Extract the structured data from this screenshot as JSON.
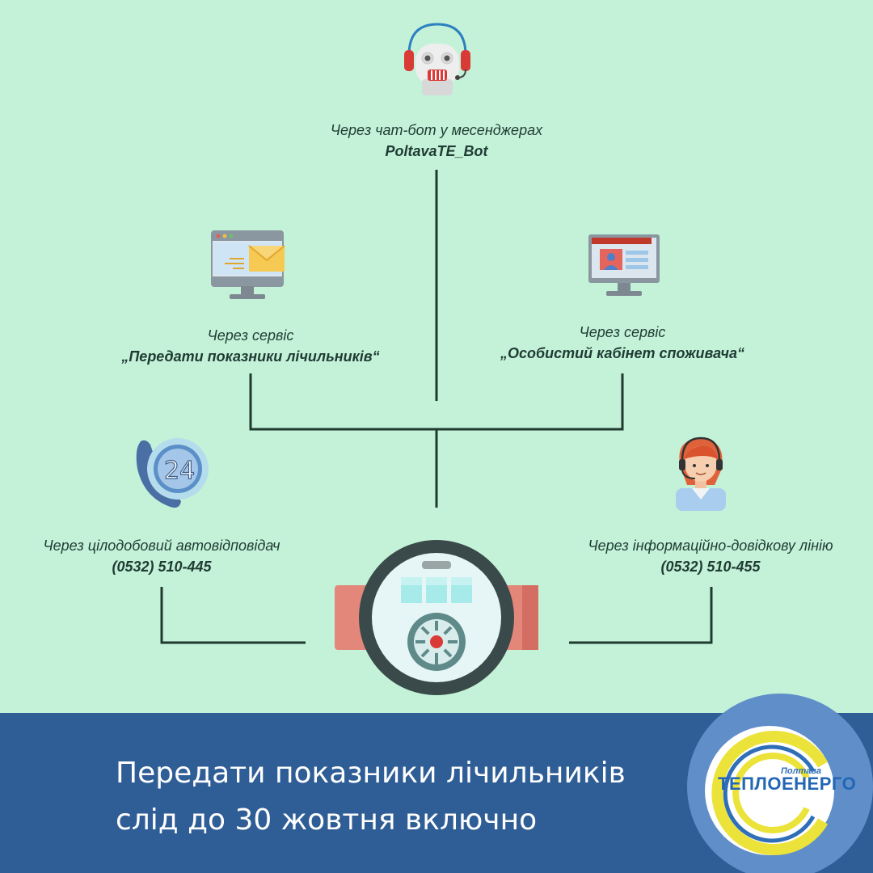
{
  "colors": {
    "background": "#c4f2d8",
    "banner": "#2f5d96",
    "line": "#1f3a2e",
    "accent": "#d93a36"
  },
  "nodes": {
    "chatbot": {
      "line1": "Через чат-бот у месенджерах",
      "line2": "PoltavaTE_Bot",
      "icon": "robot-headset-icon"
    },
    "meter_service": {
      "line1": "Через сервіс",
      "line2": "„Передати показники лічильників“",
      "icon": "monitor-envelope-icon"
    },
    "cabinet_service": {
      "line1": "Через сервіс",
      "line2": "„Особистий кабінет споживача“",
      "icon": "monitor-profile-icon"
    },
    "autoresponder": {
      "line1": "Через цілодобовий автовідповідач",
      "line2": "(0532) 510-445",
      "icon": "phone-24-icon"
    },
    "info_line": {
      "line1": "Через інформаційно-довідкову лінію",
      "line2": "(0532) 510-455",
      "icon": "operator-headset-icon"
    },
    "center": {
      "icon": "water-meter-icon"
    }
  },
  "banner": {
    "line1": "Передати показники лічильників",
    "line2": "слід до 30 жовтня включно"
  },
  "logo": {
    "small": "Полтава",
    "main": "ТЕПЛОЕНЕРГО"
  }
}
